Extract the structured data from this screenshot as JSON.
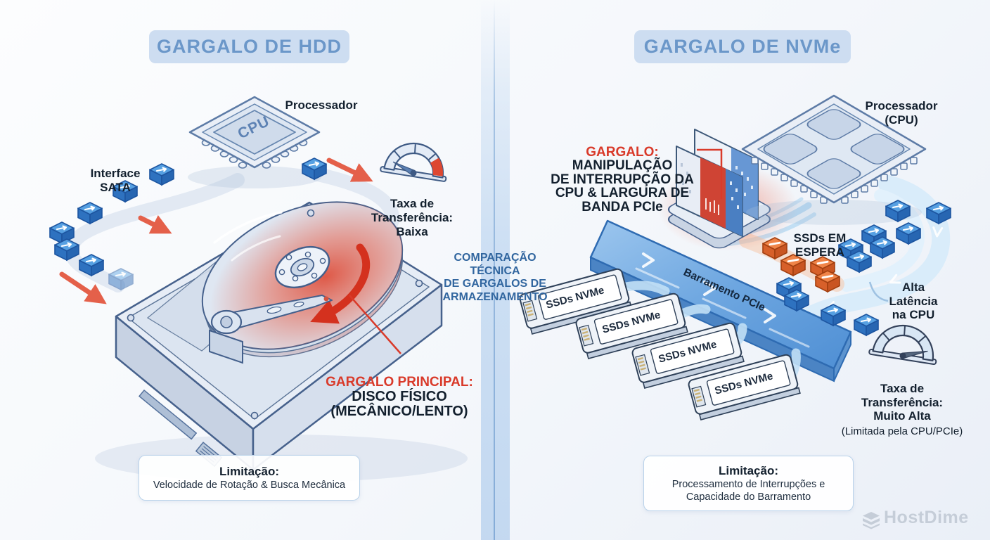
{
  "left": {
    "title": "GARGALO DE HDD",
    "processor_label": "Processador",
    "cpu_chip_label": "CPU",
    "sata_label": "Interface\nSATA",
    "gauge_label": "Taxa de\nTransferência:\nBaixa",
    "callout_title": "GARGALO PRINCIPAL:",
    "callout_body": "DISCO FÍSICO\n(MECÂNICO/LENTO)",
    "limit_title": "Limitação:",
    "limit_body": "Velocidade de Rotação & Busca Mecânica"
  },
  "center": {
    "caption": "COMPARAÇÃO TÉCNICA\nDE GARGALOS DE\nARMAZENAMENTO"
  },
  "right": {
    "title": "GARGALO DE NVMe",
    "processor_label": "Processador\n(CPU)",
    "callout_red": "GARGALO:",
    "callout_lines": " MANIPULAÇÃO\nDE INTERRUPÇÃO DA\nCPU & LARGURA DE\nBANDA PCIe",
    "bus_label": "Barramento PCIe",
    "ssd_labels": [
      "SSDs NVMe",
      "SSDs NVMe",
      "SSDs NVMe",
      "SSDs NVMe"
    ],
    "waiting_label": "SSDs EM\nESPERA",
    "latency_label": "Alta\nLatência\nna CPU",
    "gauge_label_bold": "Taxa de\nTransferência:\nMuito Alta",
    "gauge_label_note": "(Limitada pela CPU/PCIe)",
    "limit_title": "Limitação:",
    "limit_body": "Processamento de Interrupções e\nCapacidade do Barramento"
  },
  "watermark": {
    "brand": "HostDime"
  },
  "colors": {
    "accent_red": "#d93a2a",
    "flow_arrow_red": "#e4604a",
    "packet_blue": "#3f8fd8",
    "packet_orange": "#e8703c",
    "title_blue": "#6b97c9",
    "caption_blue": "#31669f",
    "bus_blue": "#5b9ad8"
  }
}
